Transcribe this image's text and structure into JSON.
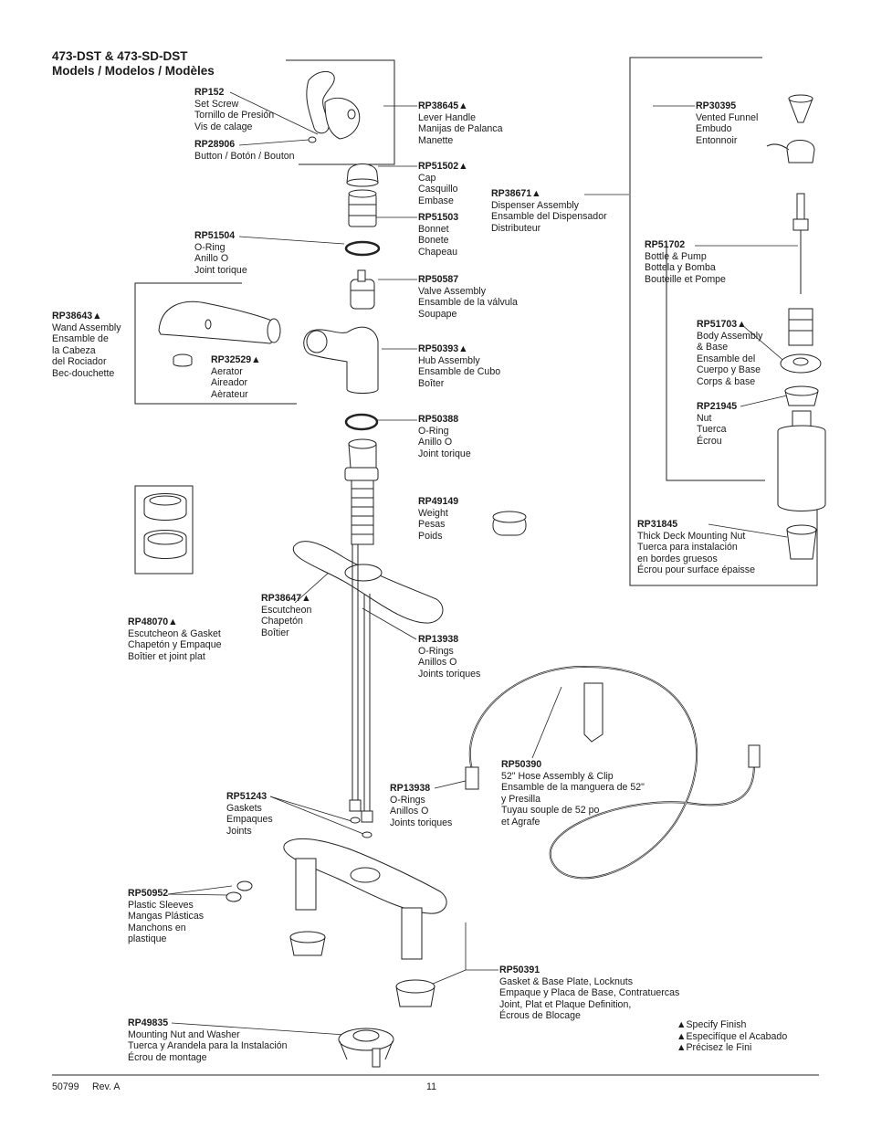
{
  "title": {
    "line1": "473-DST & 473-SD-DST",
    "line2": "Models / Modelos / Modèles"
  },
  "parts": [
    {
      "pn": "RP152",
      "lines": [
        "Set Screw",
        "Tornillo de Presión",
        "Vis de calage"
      ]
    },
    {
      "pn": "RP28906",
      "lines": [
        "Button / Botón / Bouton"
      ]
    },
    {
      "pn": "RP38645▲",
      "lines": [
        "Lever Handle",
        "Manijas de Palanca",
        "Manette"
      ]
    },
    {
      "pn": "RP51502▲",
      "lines": [
        "Cap",
        "Casquillo",
        "Embase"
      ]
    },
    {
      "pn": "RP51503",
      "lines": [
        "Bonnet",
        "Bonete",
        "Chapeau"
      ]
    },
    {
      "pn": "RP51504",
      "lines": [
        "O-Ring",
        "Anillo O",
        "Joint torique"
      ]
    },
    {
      "pn": "RP50587",
      "lines": [
        "Valve Assembly",
        "Ensamble de la válvula",
        "Soupape"
      ]
    },
    {
      "pn": "RP38643▲",
      "lines": [
        "Wand Assembly",
        "Ensamble de",
        "la Cabeza",
        "del Rociador",
        "Bec-douchette"
      ]
    },
    {
      "pn": "RP32529▲",
      "lines": [
        "Aerator",
        "Aireador",
        "Aèrateur"
      ]
    },
    {
      "pn": "RP50393▲",
      "lines": [
        "Hub Assembly",
        "Ensamble de Cubo",
        "Boîter"
      ]
    },
    {
      "pn": "RP50388",
      "lines": [
        "O-Ring",
        "Anillo O",
        "Joint torique"
      ]
    },
    {
      "pn": "RP49149",
      "lines": [
        "Weight",
        "Pesas",
        "Poids"
      ]
    },
    {
      "pn": "RP38647▲",
      "lines": [
        "Escutcheon",
        "Chapetón",
        "Boîtier"
      ]
    },
    {
      "pn": "RP48070▲",
      "lines": [
        "Escutcheon & Gasket",
        "Chapetón y Empaque",
        "Boîtier et joint plat"
      ]
    },
    {
      "pn": "RP13938",
      "lines": [
        "O-Rings",
        "Anillos O",
        "Joints toriques"
      ]
    },
    {
      "pn": "RP38671▲",
      "lines": [
        "Dispenser Assembly",
        "Ensamble del Dispensador",
        "Distributeur"
      ]
    },
    {
      "pn": "RP30395",
      "lines": [
        "Vented Funnel",
        "Embudo",
        "Entonnoir"
      ]
    },
    {
      "pn": "RP51702",
      "lines": [
        "Bottle & Pump",
        "Bottela y Bomba",
        "Bouteille et Pompe"
      ]
    },
    {
      "pn": "RP51703▲",
      "lines": [
        "Body Assembly",
        "& Base",
        "Ensamble del",
        "Cuerpo y Base",
        "Corps & base"
      ]
    },
    {
      "pn": "RP21945",
      "lines": [
        "Nut",
        "Tuerca",
        "Écrou"
      ]
    },
    {
      "pn": "RP31845",
      "lines": [
        "Thick Deck Mounting Nut",
        "Tuerca para instalación",
        "en bordes gruesos",
        "Écrou pour surface épaisse"
      ]
    },
    {
      "pn": "RP50390",
      "lines": [
        "52\" Hose Assembly & Clip",
        "Ensamble de la manguera de 52\"",
        "y Presilla",
        "Tuyau souple de 52 po",
        "et Agrafe"
      ]
    },
    {
      "pn": "RP13938",
      "lines": [
        "O-Rings",
        "Anillos O",
        "Joints toriques"
      ]
    },
    {
      "pn": "RP51243",
      "lines": [
        "Gaskets",
        "Empaques",
        "Joints"
      ]
    },
    {
      "pn": "RP50952",
      "lines": [
        "Plastic Sleeves",
        "Mangas Plásticas",
        "Manchons en",
        "plastique"
      ]
    },
    {
      "pn": "RP50391",
      "lines": [
        "Gasket & Base Plate, Locknuts",
        "Empaque y Placa de Base, Contratuercas",
        "Joint, Plat et Plaque Definition,",
        "Écrous de Blocage"
      ]
    },
    {
      "pn": "RP49835",
      "lines": [
        "Mounting Nut and Washer",
        "Tuerca y Arandela para la Instalación",
        "Écrou de montage"
      ]
    }
  ],
  "legend": [
    "▲Specify Finish",
    "▲Especifíque el Acabado",
    "▲Précisez le Fini"
  ],
  "footer": {
    "doc": "50799",
    "rev": "Rev. A",
    "page": "11"
  }
}
